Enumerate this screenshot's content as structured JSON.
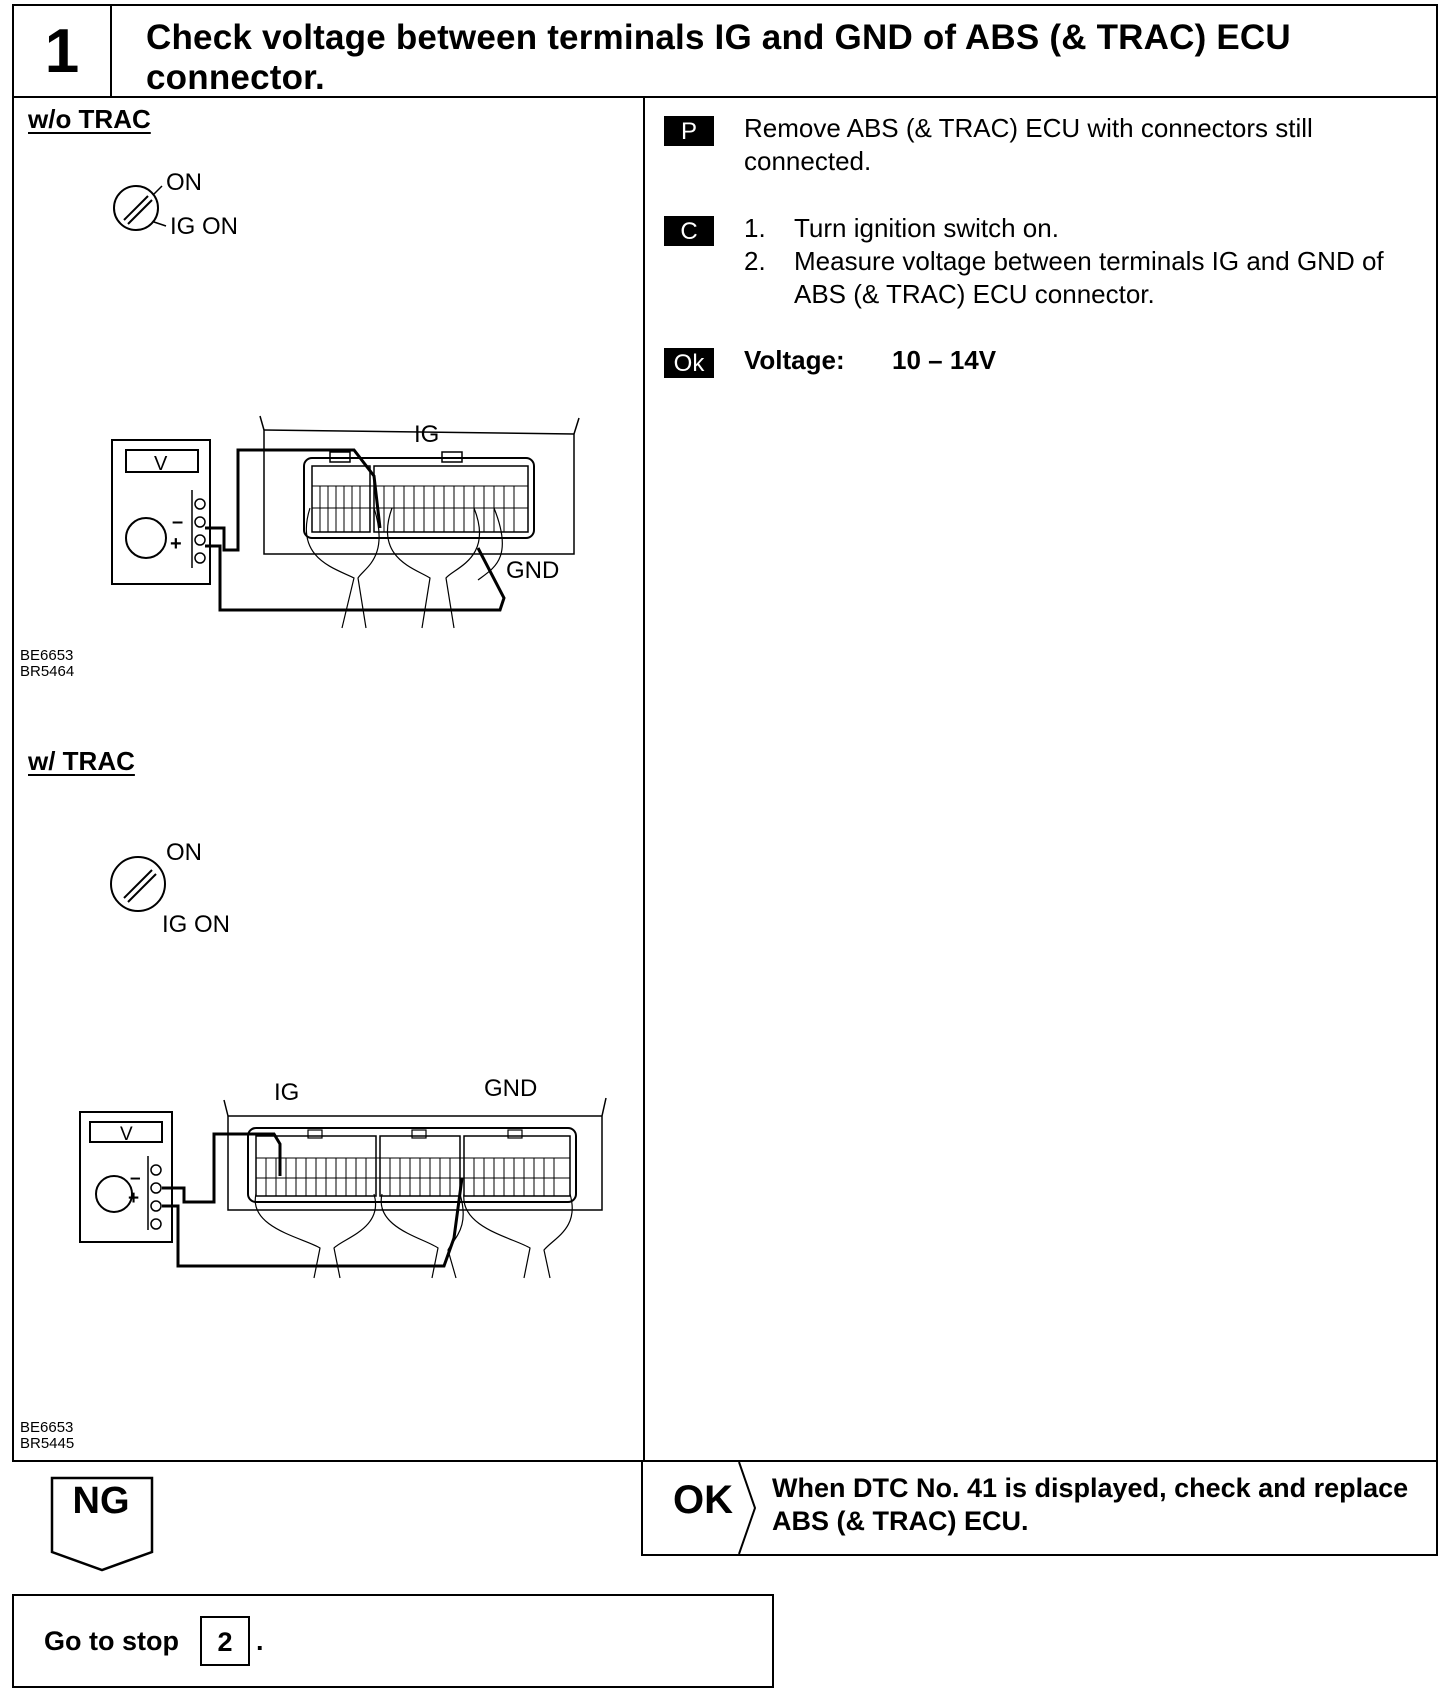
{
  "header": {
    "step_number": "1",
    "title": "Check voltage between terminals IG and GND of ABS (& TRAC) ECU connector."
  },
  "figure_without_trac": {
    "label": "w/o TRAC",
    "switch_on": "ON",
    "switch_ig_on": "IG ON",
    "meter_label": "V",
    "minus_sign": "–",
    "plus_sign": "+",
    "terminal_ig": "IG",
    "terminal_gnd": "GND",
    "codes": [
      "BE6653",
      "BR5464"
    ]
  },
  "figure_with_trac": {
    "label": "w/ TRAC",
    "switch_on": "ON",
    "switch_ig_on": "IG ON",
    "meter_label": "V",
    "minus_sign": "–",
    "plus_sign": "+",
    "terminal_ig": "IG",
    "terminal_gnd": "GND",
    "codes": [
      "BE6653",
      "BR5445"
    ]
  },
  "instructions": {
    "prep": {
      "tag": "P",
      "text": "Remove ABS (& TRAC) ECU with connectors still connected."
    },
    "check": {
      "tag": "C",
      "items": [
        {
          "num": "1.",
          "text": "Turn ignition switch on."
        },
        {
          "num": "2.",
          "text": "Measure voltage between terminals IG and GND of ABS (& TRAC) ECU connector."
        }
      ]
    },
    "ok": {
      "tag": "Ok",
      "label": "Voltage:",
      "value": "10 – 14V"
    }
  },
  "ok_result": {
    "label": "OK",
    "text": "When DTC No. 41 is displayed, check and replace ABS (& TRAC) ECU."
  },
  "ng_result": {
    "label": "NG"
  },
  "go_to": {
    "text": "Go to stop",
    "step": "2",
    "suffix": "."
  },
  "colors": {
    "ink": "#000000",
    "paper": "#ffffff"
  }
}
